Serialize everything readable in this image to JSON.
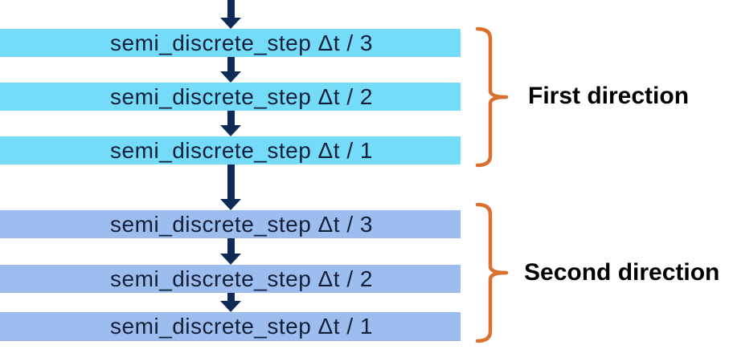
{
  "diagram": {
    "groups": [
      {
        "name": "First direction",
        "bar_color": "#74DBF9",
        "steps": [
          "semi_discrete_step Δt / 3",
          "semi_discrete_step Δt / 2",
          "semi_discrete_step Δt / 1"
        ]
      },
      {
        "name": "Second direction",
        "bar_color": "#9DBDEE",
        "steps": [
          "semi_discrete_step Δt / 3",
          "semi_discrete_step Δt / 2",
          "semi_discrete_step Δt / 1"
        ]
      }
    ],
    "colors": {
      "arrow": "#0E2B58",
      "brace": "#D9702E",
      "step_text": "#131F38",
      "group_label": "#000000",
      "background": "#FFFFFF"
    },
    "icons": {
      "flow_arrow": "arrow-down-icon",
      "group_brace": "curly-brace-icon"
    }
  }
}
